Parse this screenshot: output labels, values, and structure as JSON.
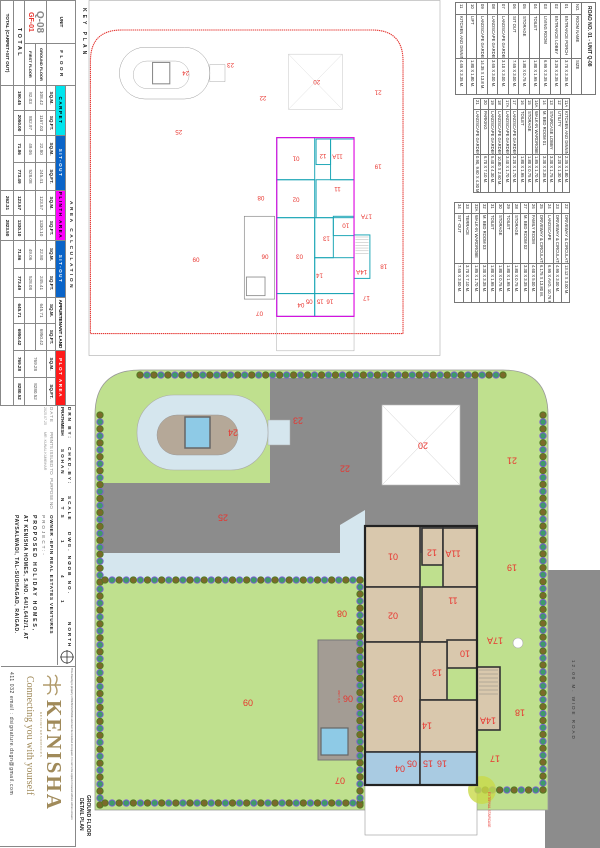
{
  "room_tables": {
    "title": "ROAD NO. 01 - UNIT Q-08",
    "headers": [
      "NO.",
      "ROOM NAME",
      "SIZE"
    ],
    "table1": [
      [
        "01",
        "ENTRANCE PORCH",
        "3.70 X 3.35 M."
      ],
      [
        "02",
        "ENTRANCE LOBBY",
        "3.25 X 3.35 M."
      ],
      [
        "03",
        "LIVING ROOM",
        "6.95 X 3.35 M."
      ],
      [
        "04",
        "TOILET",
        "1.80 X 1.95 M."
      ],
      [
        "05",
        "STORAGE",
        "1.80 X 0.75 M."
      ],
      [
        "06",
        "SIT OUT",
        "7.65 X 3.00 M."
      ],
      [
        "07",
        "LANDSCAPE GARDEN",
        "3.10 X 3.00 M."
      ],
      [
        "08",
        "LANDSCAPE GARDEN",
        "3.65 X 3.00 M."
      ],
      [
        "09",
        "LANDSCAPE GARDEN",
        "14.35 X 13.8 M."
      ],
      [
        "10",
        "LIFT",
        "1.80 X 1.80 M."
      ],
      [
        "11",
        "KITCHEN AND DINNING",
        "4.65 X 3.35 M."
      ]
    ],
    "table2": [
      [
        "11A",
        "KITCHEN AND DINNING",
        "2.35 X 1.80 M."
      ],
      [
        "12",
        "UTILITY",
        "2.20 X 1.30 M."
      ],
      [
        "13",
        "STAIRCASE LOBBY",
        "3.30 X 1.75 M."
      ],
      [
        "14",
        "M. BED ROOM 01",
        "3.30 X 3.35 M."
      ],
      [
        "14A",
        "WALK-IN WARDROBE",
        "1.85 X 1.70 M."
      ],
      [
        "15",
        "STORAGE",
        "1.80 X 0.75 M."
      ],
      [
        "16",
        "TOILET",
        "1.80 X 1.95 M."
      ],
      [
        "17",
        "LANDSCAPE GARDEN",
        "3.20 X 1.70 M."
      ],
      [
        "17A",
        "LANDSCAPE GARDEN",
        "3.40 X 1.70 M."
      ],
      [
        "18",
        "LANDSCAPE GARDEN",
        "10.80 X 2.60 M."
      ],
      [
        "19",
        "LANDSCAPE GARDEN",
        "5.40 X 4.30 M."
      ],
      [
        "20",
        "PARKING",
        "6.70 X 7.10 M."
      ],
      [
        "21",
        "LANDSCAPE GARDEN",
        "0.90, 9.60 X 4.30 M."
      ]
    ],
    "table3": [
      [
        "22",
        "DRIVEWAY & CIRCULATING",
        "13.12 X 3.00 M."
      ],
      [
        "23",
        "DRIVEWAY & CIRCULATING",
        "4.95 X 3.00 M."
      ],
      [
        "24",
        "LANDSCAPE",
        "6.95 X AVG. 10.76 M."
      ],
      [
        "25",
        "DRIVEWAY & CIRCULATING",
        "6.175 X 13.80 M."
      ],
      [
        "26",
        "FAMILY ROOM",
        "4.60 X 5.00 M."
      ],
      [
        "27",
        "M. BED ROOM 02",
        "3.30 X 3.35 M."
      ],
      [
        "28",
        "STORAGE",
        "1.80 X 0.75 M."
      ],
      [
        "29",
        "TOILET",
        "1.80 X 1.95 M."
      ],
      [
        "30",
        "STORAGE",
        "1.80 X 0.75 M."
      ],
      [
        "31",
        "TOILET",
        "1.80 X 1.95 M."
      ],
      [
        "32",
        "M. BED ROOM 03",
        "3.30 X 3.35 M."
      ],
      [
        "32A",
        "WALK-IN WARDROBE",
        "1.85 X 1.70 M."
      ],
      [
        "33",
        "TERRACE",
        "3.70 X 7.10 M."
      ],
      [
        "34",
        "SIT -OUT",
        "7.65 X 3.00 M."
      ]
    ]
  },
  "key_plan": {
    "title": "KEY PLAN"
  },
  "area": {
    "title": "AREA CALCULATION",
    "unit_header": "UNIT",
    "floor_header": "FLOOR",
    "columns": [
      "CARPET",
      "SIT-OUT",
      "PLINTH AREA",
      "SIT-OUT",
      "APPURTENANT LAND",
      "PLOT AREA"
    ],
    "units": [
      "SQ.M.",
      "SQ.FT."
    ],
    "unit_name": "Q-08",
    "unit_code": "GF-01",
    "rows": [
      {
        "floor": "GROUND FLOOR",
        "values": [
          "108.42",
          "1167.03",
          "22.80",
          "245.41",
          "123.57",
          "1330.10",
          "22.80",
          "245.41",
          "645.71",
          "6950.42"
        ]
      },
      {
        "floor": "FIRST FLOOR",
        "values": [
          "82.03",
          "882.97",
          "49.06",
          "528.08",
          "",
          "",
          "49.06",
          "528.08",
          "",
          ""
        ]
      }
    ],
    "plot_area": [
      "769.28",
      "8280.52"
    ],
    "total_label": "TOTAL",
    "total": [
      "190.45",
      "2050.00",
      "71.86",
      "773.49",
      "123.57",
      "1330.10",
      "71.86",
      "773.49",
      "645.71",
      "6950.42",
      "769.28",
      "8280.52"
    ],
    "grand_label": "TOTAL (CARPET+SIT OUT)",
    "grand_total": [
      "262.31",
      "2823.50"
    ]
  },
  "title_block": {
    "drn_by_label": "DRN BY:",
    "drn_by": "PRATHMESH",
    "chkd_by_label": "CHKD.BY:",
    "chkd_by": "SOHAN",
    "scale_label": "SCALE",
    "scale": "N T S",
    "dwg_no_label": "DWG. NO.",
    "dwg_no": "1",
    "job_no_label": "JOB NO.",
    "job_no": "4",
    "sheet_no": "1",
    "north_label": "NORTH",
    "date_label": "DATE",
    "date": "2025.07.25",
    "prints_label": "PRINTS ISSUED TO",
    "prints_to": "MR. KUNAL KUMBHAR",
    "purpose_label": "PURPOSE",
    "no_label": "NO",
    "owner": "OWNER -EPIN REAL ESTATES VENTURES",
    "project_label": "PROJECT:-",
    "project_lines": [
      "PROPOSED HOLIDAY HOMES,",
      "AT KENISHA HOMES, S.NO. 64/1,64/2/1, AT",
      "PAVSALWADI, TAL-SUDHAGAD, RAIGAD."
    ],
    "disclaimer": "This drawing is property of DESIGNATURE and must be returned on request. It is not to be copied or reused without written consent.",
    "logo_name": "KENISHA",
    "logo_sub": "RESORT RESIDENCES",
    "tagline": "Connecting you with yourself",
    "contact": "411 032 email : dsignature.dsgn@gmail.com",
    "drawing_title_1": "GROUND FLOOR",
    "drawing_title_2": "DETAIL PLAN"
  },
  "plan": {
    "labels": [
      "01",
      "02",
      "03",
      "04",
      "05",
      "06",
      "07",
      "08",
      "09",
      "10",
      "11",
      "11A",
      "12",
      "13",
      "14",
      "14A",
      "15",
      "16",
      "17",
      "17A",
      "18",
      "19",
      "20",
      "21",
      "22",
      "23",
      "24",
      "25"
    ],
    "road": "12.00 M. WIDE ROAD",
    "external_staircase": "EXTERNAL STAIRCASE",
    "sitout_tag": "UNIT Q-8"
  },
  "colors": {
    "carpet": "#00e5ee",
    "sitout": "#0a64c8",
    "plinth": "#ff00ff",
    "plot": "#ff1a1a",
    "lawn": "#bfe08e",
    "paving": "#8c8c8c",
    "floor": "#d9c8ad",
    "label": "#e8342e"
  }
}
